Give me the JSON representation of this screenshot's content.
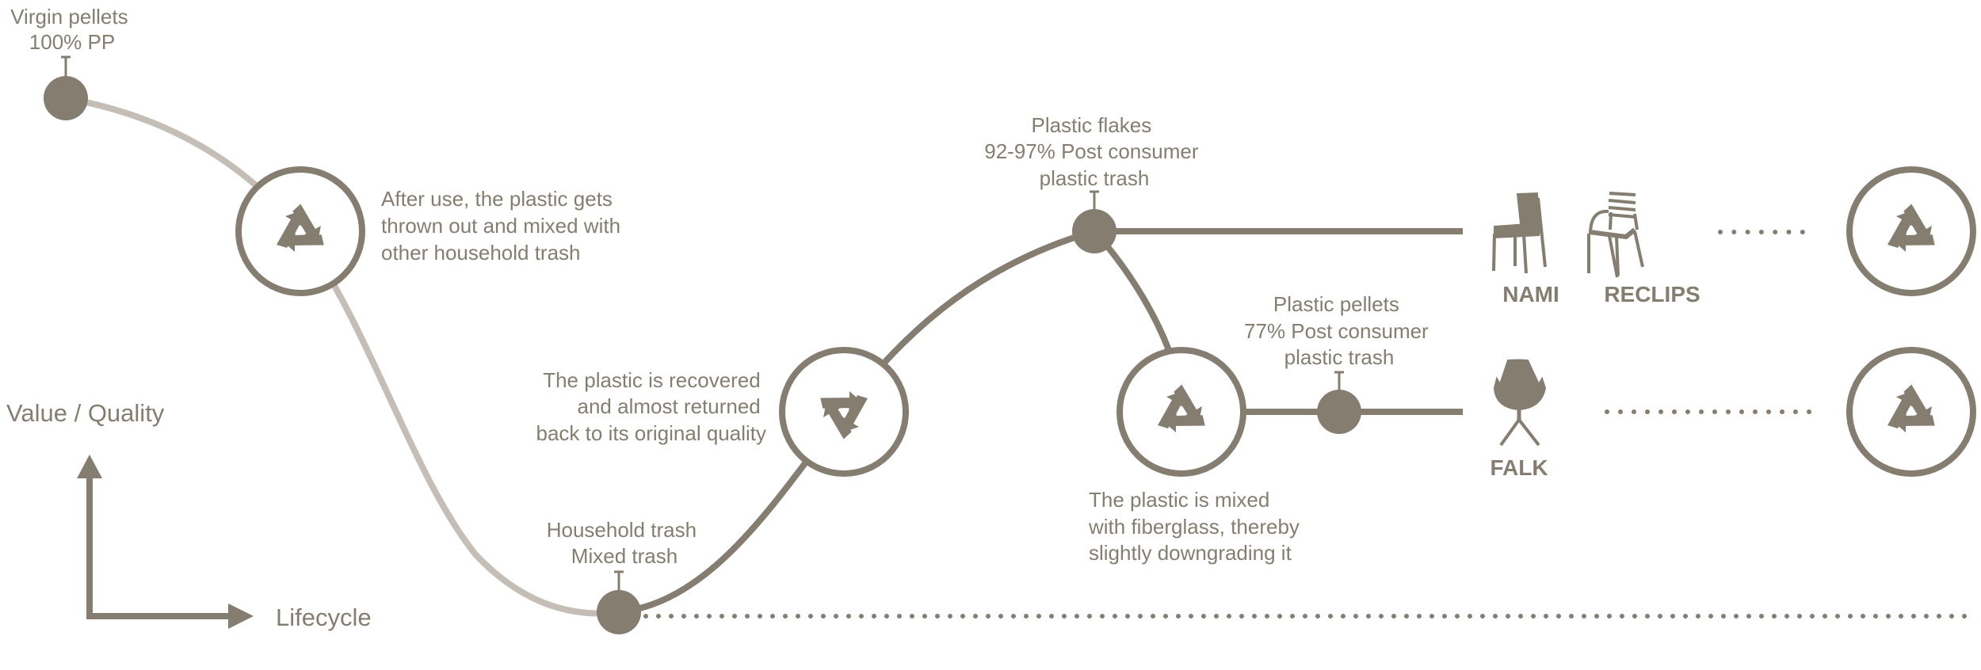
{
  "colors": {
    "primary": "#857d70",
    "light": "#c4beb6"
  },
  "axes": {
    "y_label": "Value / Quality",
    "x_label": "Lifecycle"
  },
  "nodes": {
    "virgin": {
      "lines": [
        "Virgin pellets",
        "100% PP"
      ]
    },
    "household": {
      "lines": [
        "Household trash",
        "Mixed trash"
      ]
    },
    "flakes": {
      "lines": [
        "Plastic flakes",
        "92-97% Post consumer",
        "plastic  trash"
      ]
    },
    "pellets": {
      "lines": [
        "Plastic pellets",
        "77% Post consumer",
        "plastic trash"
      ]
    }
  },
  "steps": {
    "after_use": {
      "lines": [
        "After use, the plastic gets",
        "thrown out and mixed with",
        "other household trash"
      ]
    },
    "recovered": {
      "lines": [
        "The plastic is recovered",
        "and almost returned",
        "back to its original quality"
      ]
    },
    "fiberglass": {
      "lines": [
        "The plastic is mixed",
        "with fiberglass, thereby",
        "slightly downgrading it"
      ]
    }
  },
  "products": {
    "nami": "NAMI",
    "reclips": "RECLIPS",
    "falk": "FALK"
  },
  "icons": [
    "recycle-icon",
    "chair-icon",
    "armchair-icon",
    "swivel-chair-icon"
  ]
}
